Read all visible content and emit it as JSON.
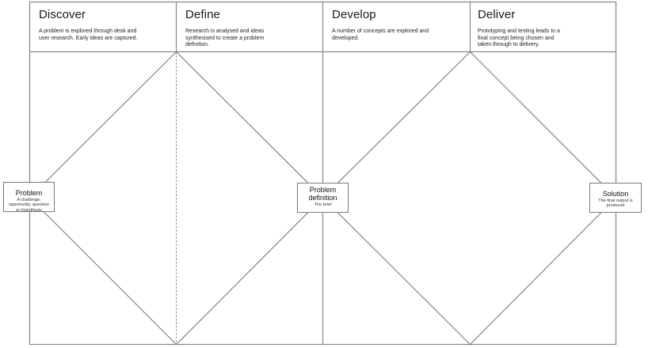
{
  "phases": [
    {
      "title": "Discover",
      "description": "A problem is explored through desk and user research. Early ideas are captured."
    },
    {
      "title": "Define",
      "description": "Research is analysed and ideas synthesised to create a problem definition."
    },
    {
      "title": "Develop",
      "description": "A number of concepts are explored and developed."
    },
    {
      "title": "Deliver",
      "description": "Prototyping and testing leads to  a  final concept being chosen and taken through to delivery."
    }
  ],
  "nodes": {
    "problem": {
      "title": "Problem",
      "subtitle": "A challenge, opportunity, question or hypothesis"
    },
    "definition": {
      "title": "Problem definition",
      "subtitle": "The brief"
    },
    "solution": {
      "title": "Solution",
      "subtitle": "The final output is produced"
    }
  },
  "colors": {
    "line": "#7a7a7a",
    "border": "#8a8a8a"
  }
}
